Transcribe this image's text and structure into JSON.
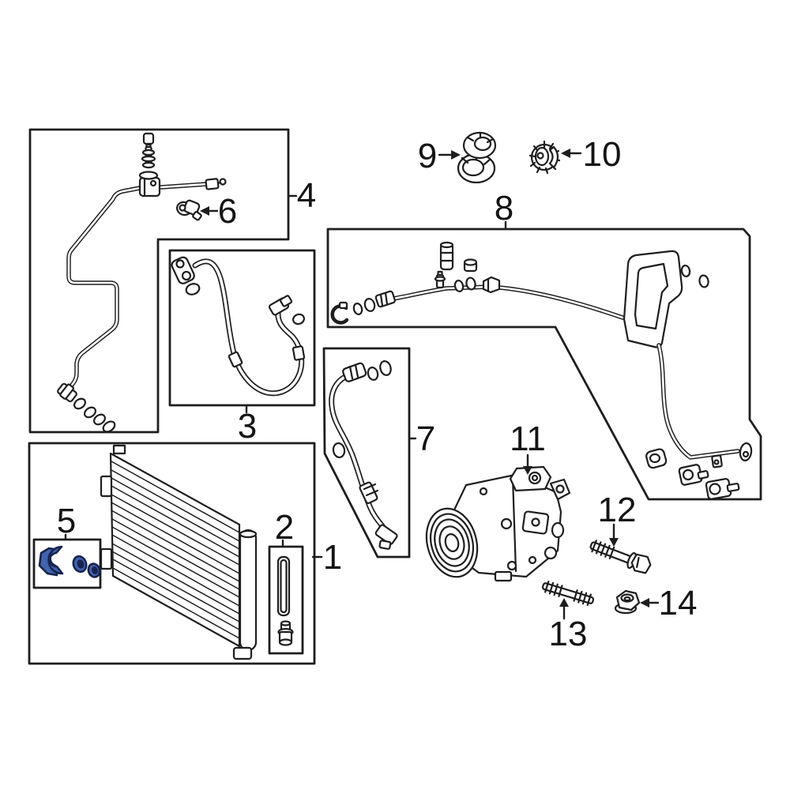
{
  "diagram": {
    "type": "auto-ac-parts-exploded-diagram",
    "labels": {
      "n1": "1",
      "n2": "2",
      "n3": "3",
      "n4": "4",
      "n5": "5",
      "n6": "6",
      "n7": "7",
      "n8": "8",
      "n9": "9",
      "n10": "10",
      "n11": "11",
      "n12": "12",
      "n13": "13",
      "n14": "14"
    },
    "colors": {
      "line": "#1e1e1e",
      "background": "#ffffff",
      "highlight_fill": "#4163ae",
      "highlight_stroke": "#17244f"
    }
  }
}
